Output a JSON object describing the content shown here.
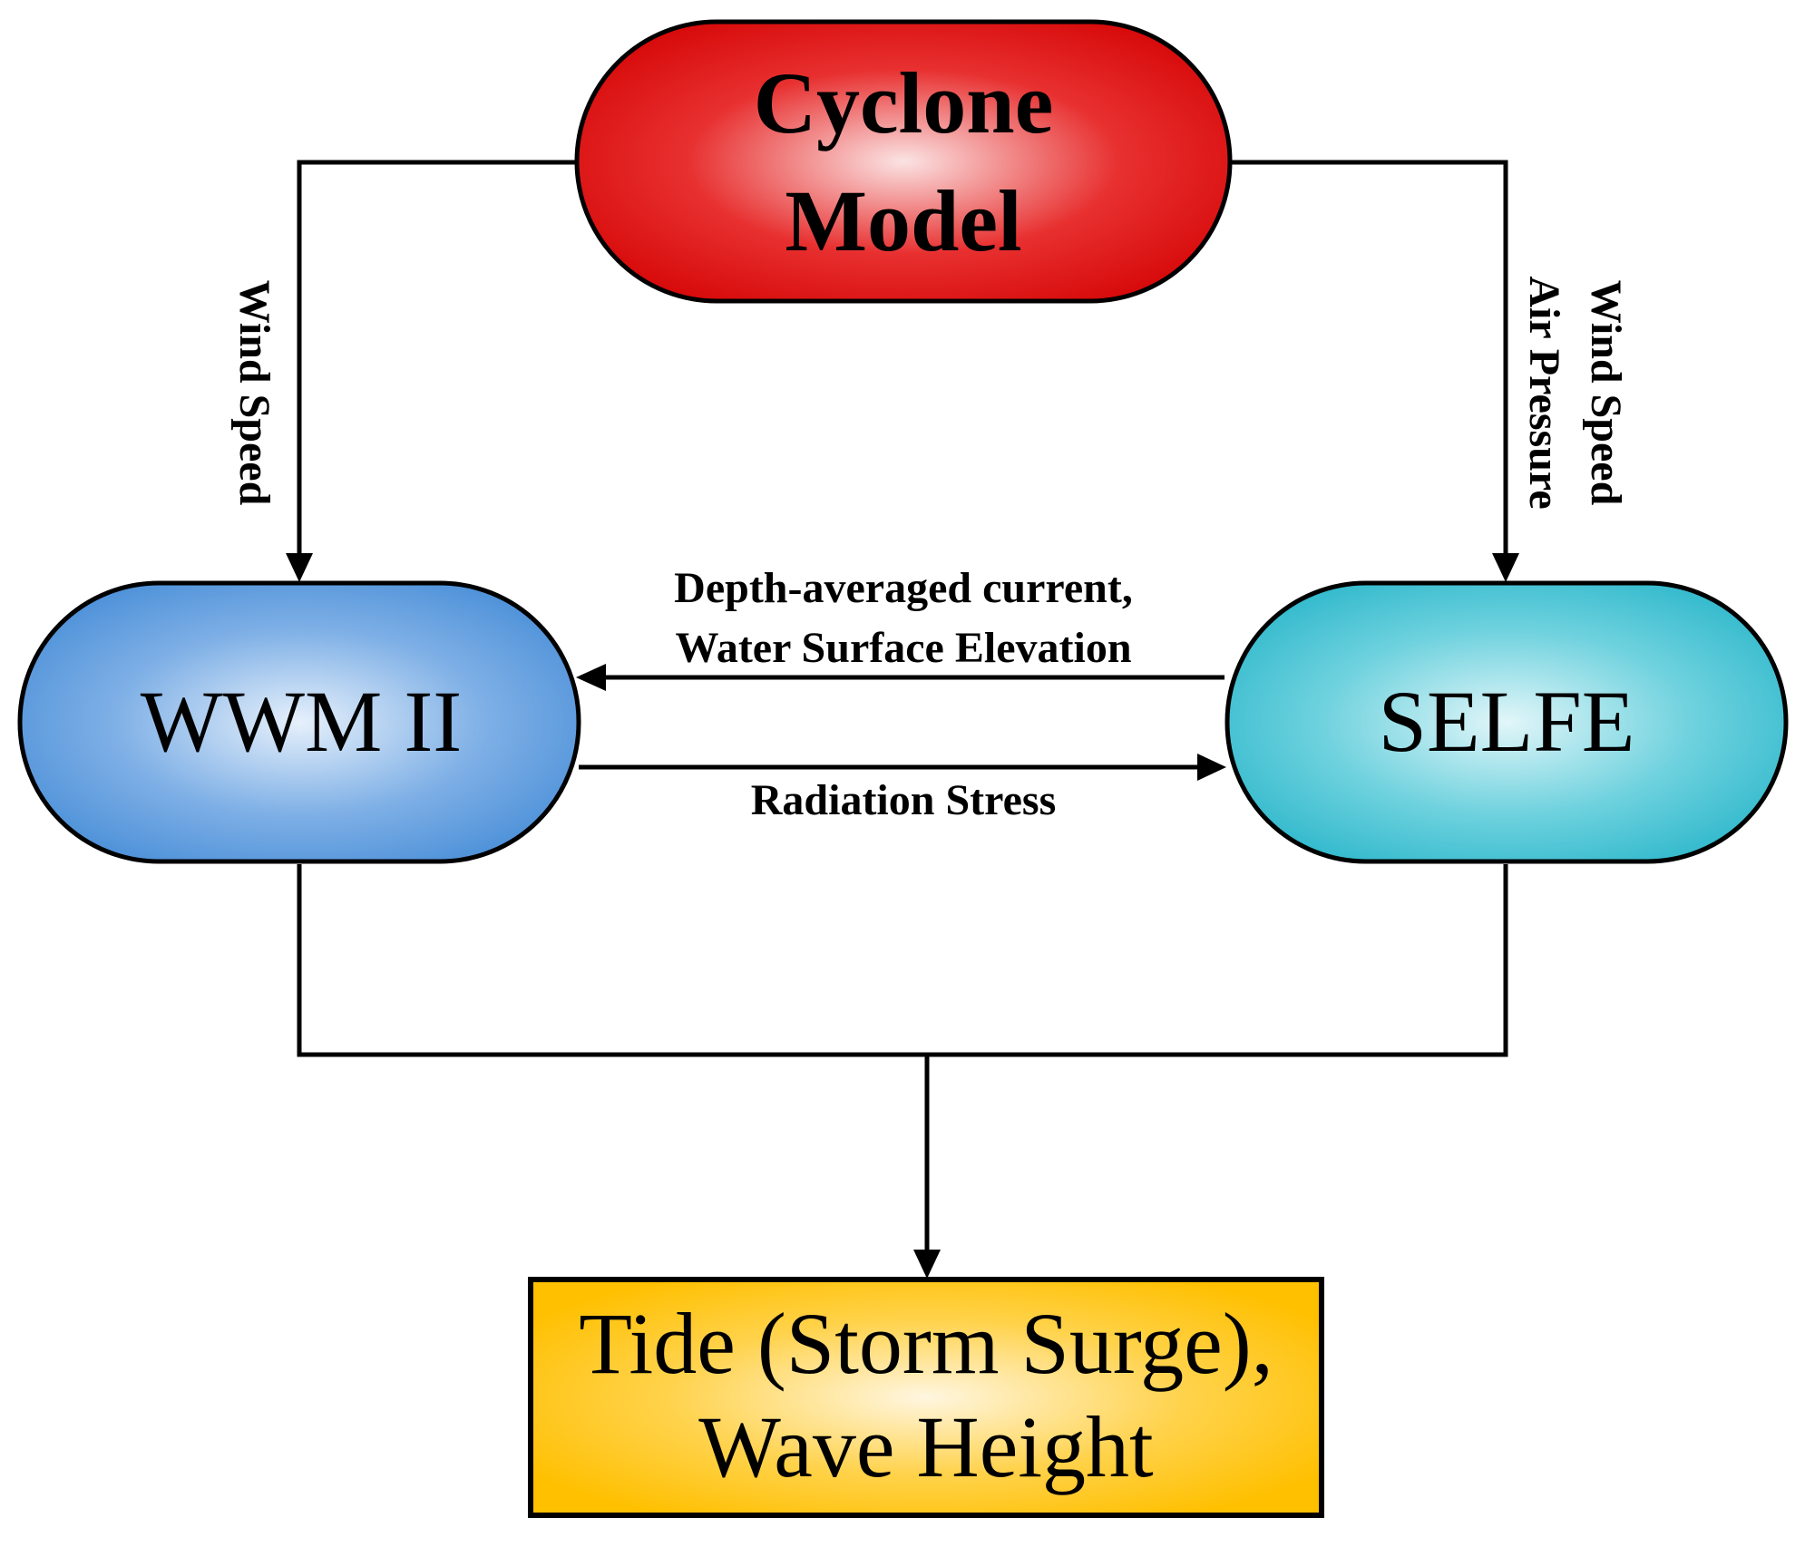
{
  "nodes": {
    "cyclone": {
      "line1": "Cyclone",
      "line2": "Model",
      "color": "#e01010"
    },
    "wwm": {
      "label": "WWM II",
      "color": "#4a90d9"
    },
    "selfe": {
      "label": "SELFE",
      "color": "#3bbfd0"
    },
    "output": {
      "line1": "Tide (Storm Surge),",
      "line2": "Wave Height",
      "color": "#ffc000"
    }
  },
  "edges": {
    "cyclone_to_wwm": {
      "label": "Wind Speed"
    },
    "cyclone_to_selfe": {
      "line1": "Wind Speed",
      "line2": "Air Pressure"
    },
    "selfe_to_wwm": {
      "line1": "Depth-averaged current,",
      "line2": "Water Surface Elevation"
    },
    "wwm_to_selfe": {
      "label": "Radiation Stress"
    }
  }
}
